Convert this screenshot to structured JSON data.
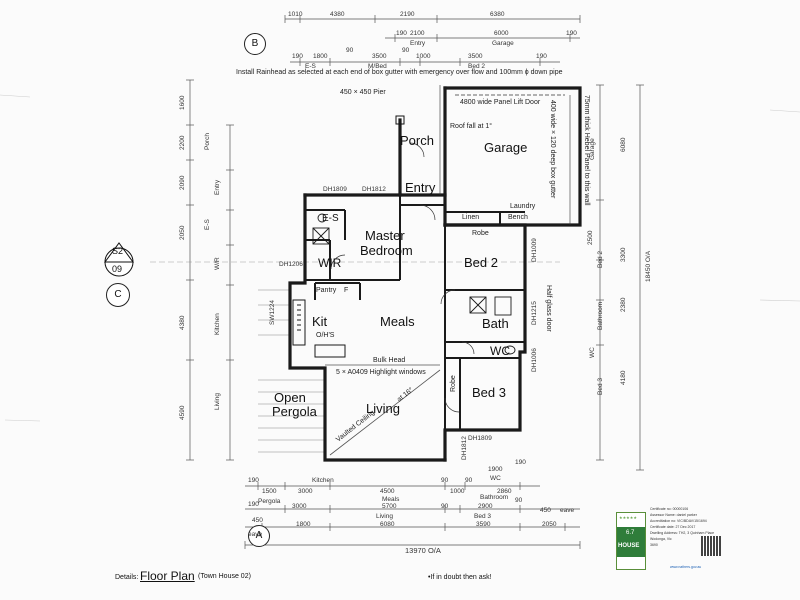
{
  "plan": {
    "details_label": "Details:",
    "title": "Floor Plan",
    "subtitle": "(Town House 02)",
    "footer_note": "•If in doubt then ask!",
    "rainhead_note": "Install Rainhead as selected at each end of box gutter with emergency over flow and 100mm ϕ down pipe",
    "pier_note": "450 × 450 Pier",
    "garage_door_note": "4800 wide Panel Lift Door",
    "roof_fall_note": "Roof fall at 1°",
    "box_gutter_note": "400 wide × 120 deep box gutter",
    "heel_note": "75mm thick Hebel Panel to this wall",
    "bulkhead_note": "Bulk Head",
    "windows_note": "5 × A0409 Highlight windows",
    "vaulted_note": "Vaulted Ceiling",
    "pitch_note": "at 16°",
    "half_glass_note": "Half glass door",
    "oh_note": "O/H'S"
  },
  "rooms": {
    "garage": "Garage",
    "porch": "Porch",
    "entry": "Entry",
    "master": "Master",
    "bedroom": "Bedroom",
    "es": "E-S",
    "wir": "WIR",
    "bed2": "Bed 2",
    "linen": "Linen",
    "bench": "Bench",
    "laundry": "Laundry",
    "robe": "Robe",
    "pantry": "Pantry",
    "f": "F",
    "kit": "Kit",
    "meals": "Meals",
    "bath": "Bath",
    "wc": "WC",
    "bed3": "Bed 3",
    "robe3": "Robe",
    "living": "Living",
    "open": "Open",
    "pergola": "Pergola"
  },
  "markers": {
    "b": "B",
    "c": "C",
    "a": "A",
    "section_top": "S2",
    "section_bottom": "09"
  },
  "top_dims": {
    "row1": [
      "1010",
      "4380",
      "2190",
      "6380"
    ],
    "row2": [
      "190",
      "2100",
      "6000",
      "190"
    ],
    "row2_labels": [
      "Entry",
      "Garage"
    ],
    "row3": [
      "190",
      "1800",
      "90",
      "3500",
      "90",
      "1000",
      "3500",
      "190"
    ],
    "row3_labels": [
      "E-S",
      "M/Bed",
      "Bed 2"
    ]
  },
  "bottom_dims": {
    "row1": [
      "190",
      "1500",
      "3000",
      "4500",
      "90",
      "1000",
      "90",
      "1900",
      "190"
    ],
    "row1_labels": [
      "Pergola",
      "Kitchen",
      "Meals",
      "Bathroom",
      "WC"
    ],
    "row2": [
      "190",
      "3000",
      "5700",
      "90",
      "2900",
      "90",
      "2860"
    ],
    "row2_labels": [
      "Living",
      "Bed 3"
    ],
    "row3": [
      "450",
      "1800",
      "6080",
      "3590",
      "2050",
      "450"
    ],
    "row3_labels": [
      "eave",
      "eave"
    ],
    "overall": "13970 O/A"
  },
  "left_dims": [
    "1600",
    "2200",
    "2090",
    "2050",
    "4380",
    "4590"
  ],
  "left_labels": [
    "Porch",
    "Entry",
    "E-S",
    "W/R",
    "Kitchen",
    "Living"
  ],
  "right_dims": [
    "6080",
    "2500",
    "3300",
    "2380",
    "4180",
    "18450 O/A"
  ],
  "right_labels": [
    "Garage",
    "Bed 2",
    "Bathroom",
    "WC",
    "Bed 3"
  ],
  "door_tags": [
    "DH1809",
    "DH1812",
    "DH1206",
    "DH1009",
    "DH1215",
    "DH1006",
    "DH1809",
    "SW1224",
    "DH1812"
  ],
  "cert": {
    "rating": "6.7",
    "brand": "HOUSE",
    "rows": [
      "Certificate no: 00000106",
      "Assessor Name: daniel parker",
      "Accreditation no: VIC/BDAV/15/1694",
      "Certificate date: 27 Dec 2017",
      "Dwelling Address: TH2, 3 Quinham Place",
      "Wodonga, Vic",
      "3690"
    ],
    "url": "www.nathers.gov.au"
  },
  "colors": {
    "wall": "#1a1a1a",
    "dim_line": "#555555",
    "hatch": "#8a8a8a",
    "badge_green": "#2f7d3a"
  }
}
